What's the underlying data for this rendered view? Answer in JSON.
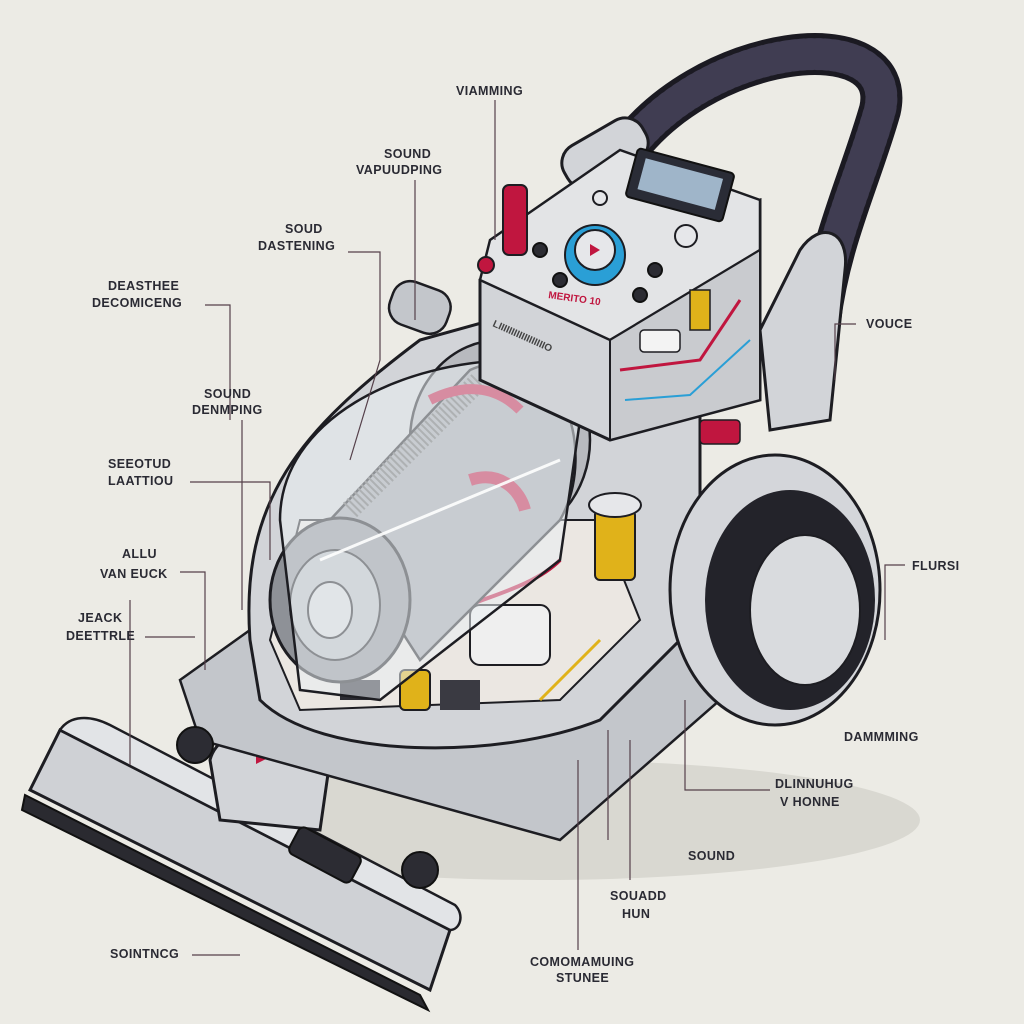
{
  "colors": {
    "background": "#ecebe5",
    "body": "#d2d4d8",
    "outline": "#1d1d22",
    "hose": "#2f2d3a",
    "accent_red": "#c0163f",
    "accent_yellow": "#e0b21a",
    "accent_blue": "#2a9fd6",
    "leader": "#55404a"
  },
  "panel": {
    "brand_text": "MERITO 10",
    "side_text": "LIIIIIIIIIIIIIIIIIIO"
  },
  "labels": {
    "top_1": "VIAMMING",
    "top_2a": "SOUND",
    "top_2b": "VAPUUDPING",
    "left_1a": "SOUD",
    "left_1b": "DASTENING",
    "left_2a": "DEASTHEE",
    "left_2b": "DECOMICENG",
    "left_3a": "SOUND",
    "left_3b": "DENMPING",
    "left_4a": "SEEOTUD",
    "left_4b": "LAATTIOU",
    "left_5a": "ALLU",
    "left_5b": "VAN EUCK",
    "left_6a": "JEACK",
    "left_6b": "DEETTRLE",
    "bottom_left": "SOINTNCG",
    "right_1": "VOUCE",
    "right_2": "FLURSI",
    "right_3": "DAMMMING",
    "right_4a": "DLINNUHUG",
    "right_4b": "V HONNE",
    "bottom_1": "SOUND",
    "bottom_2a": "SOUADD",
    "bottom_2b": "HUN",
    "bottom_3a": "COMOMAMUING",
    "bottom_3b": "STUNEE"
  }
}
